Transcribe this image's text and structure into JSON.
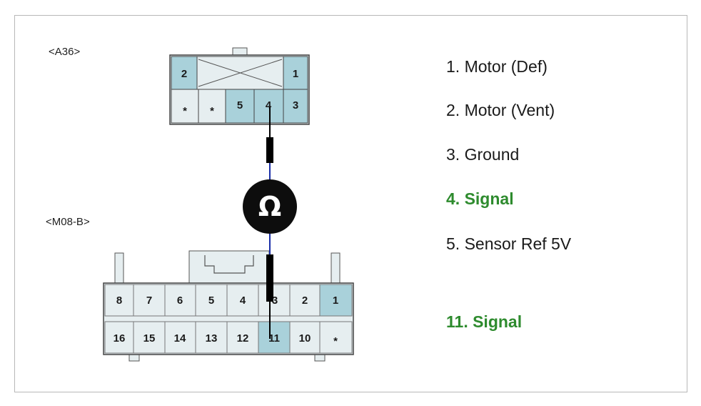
{
  "connectors": {
    "a36": {
      "label": "<A36>",
      "top_row": [
        "2",
        "1"
      ],
      "bottom_row": [
        "*",
        "*",
        "5",
        "4",
        "3"
      ]
    },
    "m08b": {
      "label": "<M08-B>",
      "top_row": [
        "8",
        "7",
        "6",
        "5",
        "4",
        "3",
        "2",
        "1"
      ],
      "bottom_row": [
        "16",
        "15",
        "14",
        "13",
        "12",
        "11",
        "10",
        "*"
      ]
    }
  },
  "meter_symbol": "Ω",
  "legend": [
    {
      "text": "1. Motor (Def)",
      "highlight": false
    },
    {
      "text": "2. Motor (Vent)",
      "highlight": false
    },
    {
      "text": "3. Ground",
      "highlight": false
    },
    {
      "text": "4. Signal",
      "highlight": true
    },
    {
      "text": "5. Sensor Ref 5V",
      "highlight": false
    },
    {
      "text": "11. Signal",
      "highlight": true
    }
  ],
  "colors": {
    "pin_highlight": "#a9d1da",
    "pin_normal": "#e6eef0",
    "wire": "#1a2ea8",
    "highlight_text": "#2e8b2e"
  }
}
